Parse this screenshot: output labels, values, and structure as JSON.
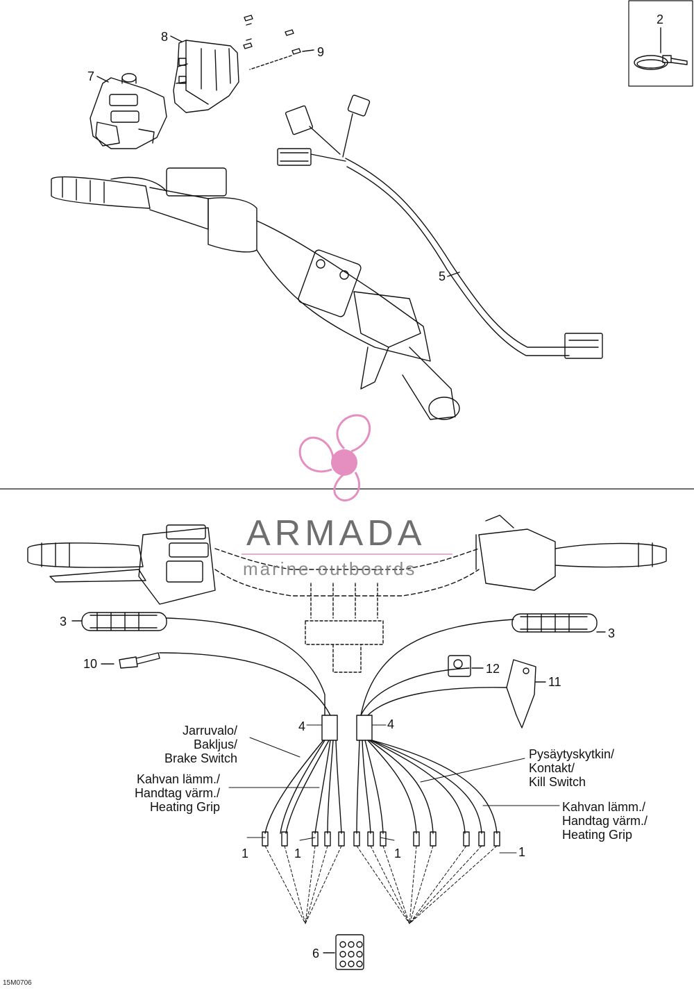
{
  "figure_code": "15M0706",
  "callouts": {
    "c1": "1",
    "c2": "2",
    "c3": "3",
    "c4": "4",
    "c5": "5",
    "c6": "6",
    "c7": "7",
    "c8": "8",
    "c9": "9",
    "c10": "10",
    "c11": "11",
    "c12": "12"
  },
  "wire_labels": {
    "brake_switch": [
      "Jarruvalo/",
      "Bakljus/",
      "Brake Switch"
    ],
    "heating_grip_left": [
      "Kahvan lämm./",
      "Handtag värm./",
      "Heating Grip"
    ],
    "kill_switch": [
      "Pysäytyskytkin/",
      "Kontakt/",
      "Kill Switch"
    ],
    "heating_grip_right": [
      "Kahvan lämm./",
      "Handtag värm./",
      "Heating Grip"
    ]
  },
  "watermark": {
    "title": "ARMADA",
    "subtitle": "marine outboards",
    "accent_color": "#e58fc0"
  }
}
